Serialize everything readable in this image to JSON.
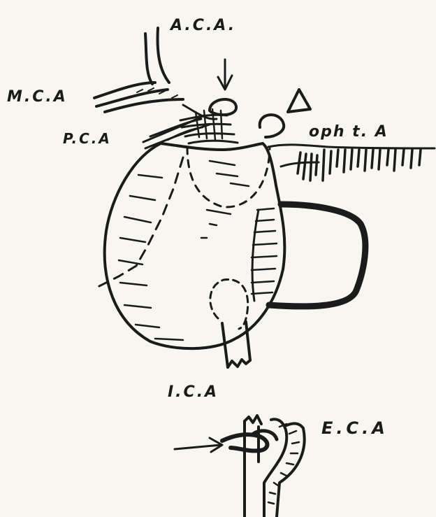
{
  "labels": {
    "aca": "A.C.A.",
    "mca": "M.C.A",
    "pca": "P.C.A",
    "ophthalmic": "oph t. A",
    "ica": "I.C.A",
    "eca": "E.C.A"
  },
  "symbols": {
    "triangle_marker": "triangle",
    "arrow_top": "arrow-down",
    "arrow_bottom": "arrow-right"
  },
  "colors": {
    "ink": "#1b1b1b",
    "paper": "#f7f6f1"
  }
}
